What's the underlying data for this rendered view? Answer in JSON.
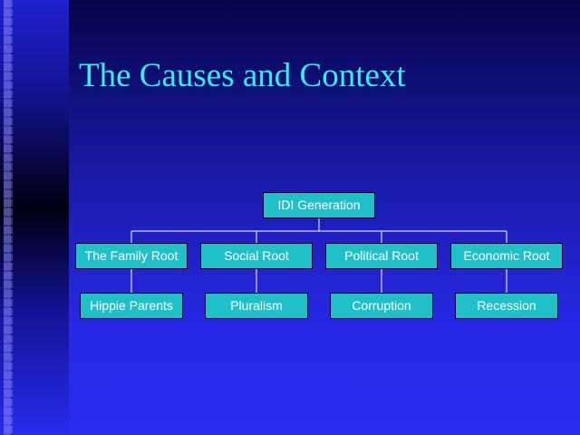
{
  "slide": {
    "title": "The Causes and Context"
  },
  "org_chart": {
    "root": "IDI Generation",
    "branches": [
      {
        "label": "The Family Root",
        "child": "Hippie Parents"
      },
      {
        "label": "Social Root",
        "child": "Pluralism"
      },
      {
        "label": "Political Root",
        "child": "Corruption"
      },
      {
        "label": "Economic Root",
        "child": "Recession"
      }
    ]
  },
  "colors": {
    "title": "#30f0f0",
    "node_fill": "#20c0c8",
    "connector": "#ffffff"
  }
}
